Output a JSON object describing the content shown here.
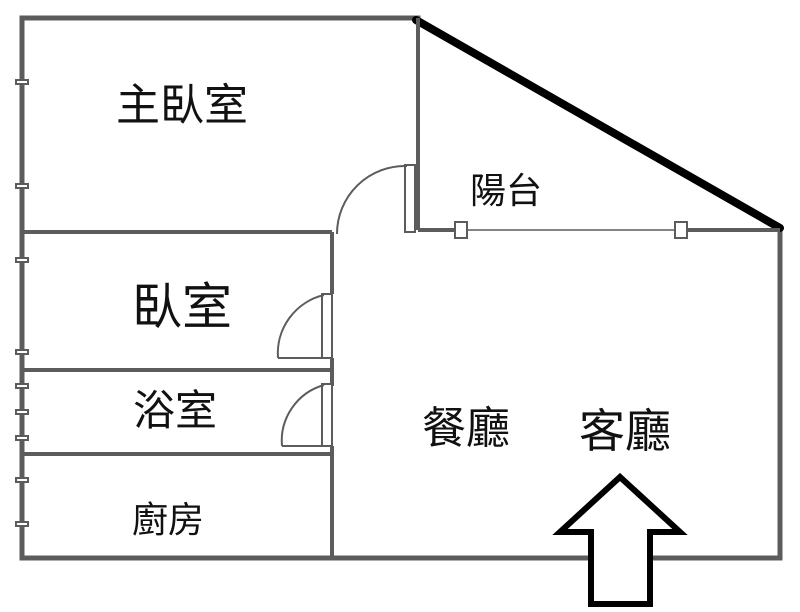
{
  "rooms": {
    "master_bedroom": "主臥室",
    "bedroom": "臥室",
    "bathroom": "浴室",
    "kitchen": "廚房",
    "balcony": "陽台",
    "dining_room": "餐廳",
    "living_room": "客廳"
  },
  "colors": {
    "wall": "#5c5c5c",
    "exterior_wall": "#000000",
    "window": "#5c5c5c",
    "text": "#111111",
    "background": "#ffffff"
  },
  "icons": {
    "entrance": "up-arrow-icon"
  }
}
